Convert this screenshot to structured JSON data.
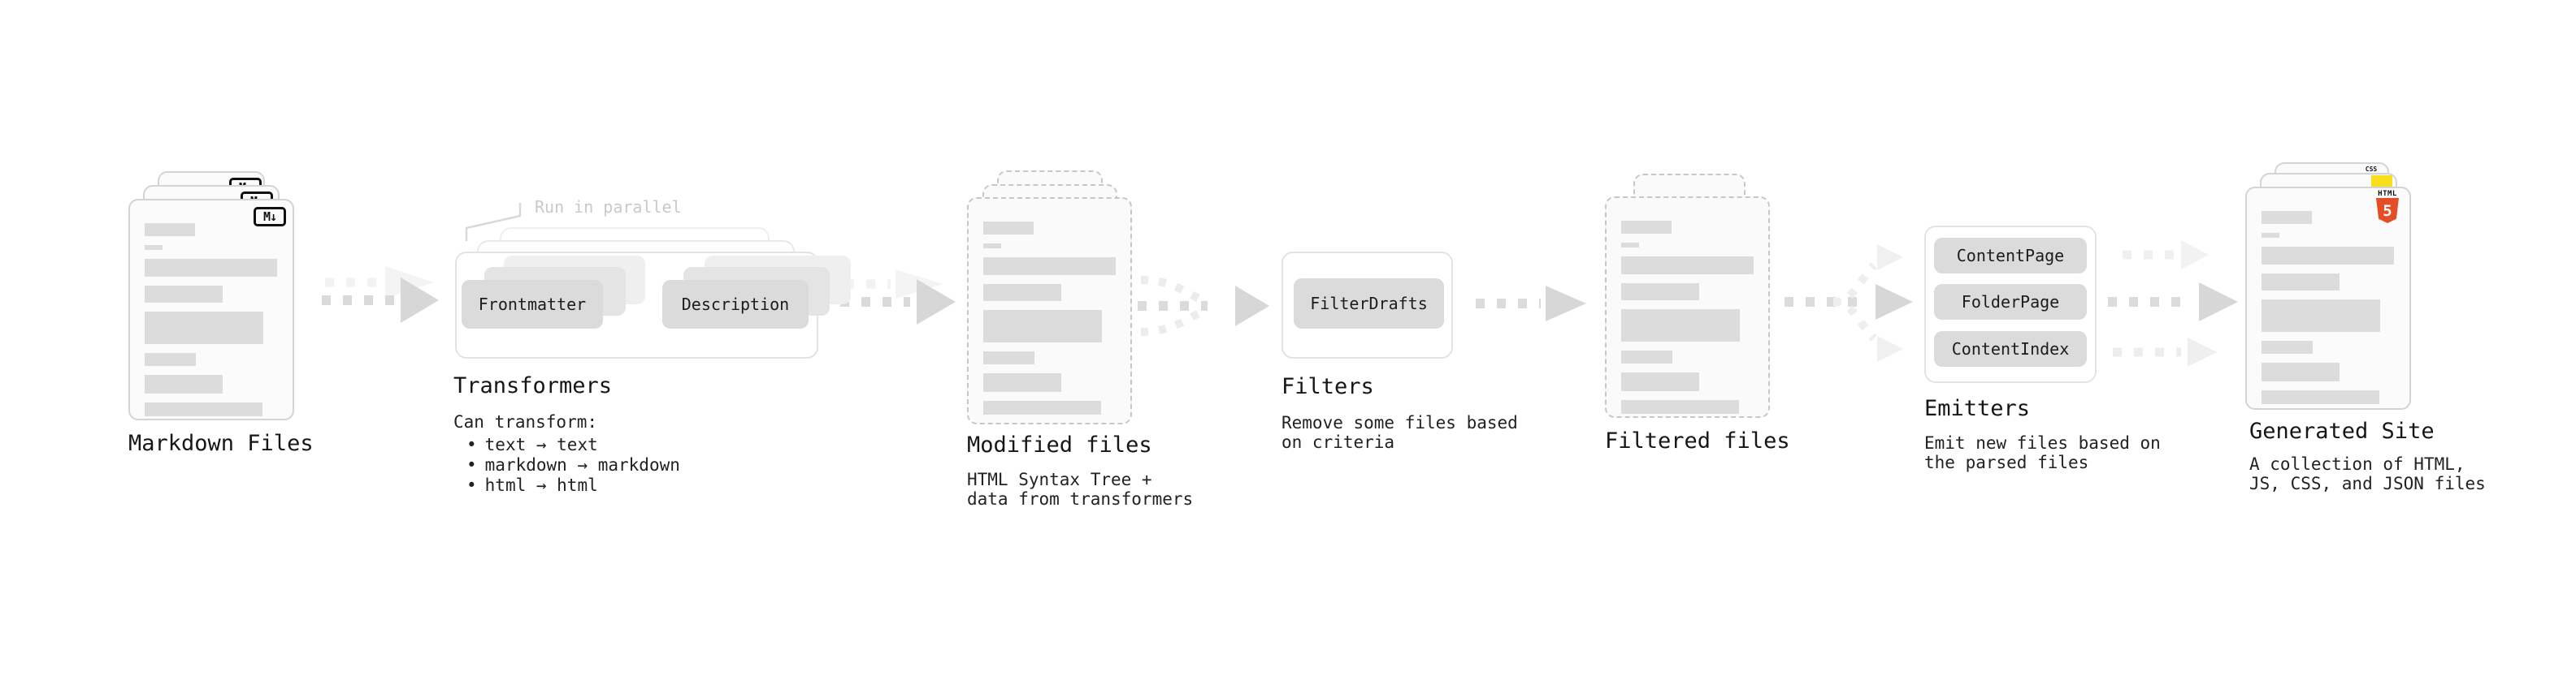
{
  "diagram": {
    "ui": {
      "bullet_char": "•"
    },
    "markdown": {
      "title": "Markdown Files",
      "file_badge": "M↓"
    },
    "transformers": {
      "title": "Transformers",
      "note": "Run in parallel",
      "pill_left": "Frontmatter",
      "pill_right": "Description",
      "subtitle": "Can transform:",
      "bullets": [
        "text → text",
        "markdown → markdown",
        "html → html"
      ]
    },
    "modified": {
      "title": "Modified files",
      "subtitle": "HTML Syntax Tree +\ndata from transformers"
    },
    "filters": {
      "title": "Filters",
      "pill": "FilterDrafts",
      "subtitle": "Remove some files based\non criteria"
    },
    "filtered": {
      "title": "Filtered files"
    },
    "emitters": {
      "title": "Emitters",
      "pills": [
        "ContentPage",
        "FolderPage",
        "ContentIndex"
      ],
      "subtitle": "Emit new files based on\nthe parsed files"
    },
    "generated": {
      "title": "Generated Site",
      "subtitle": "A collection of HTML,\nJS, CSS, and JSON files",
      "badges": {
        "html_word": "HTML",
        "html_number": "5",
        "css_word": "CSS"
      }
    },
    "colors": {
      "html5_orange": "#e44d26",
      "js_yellow": "#f7df1e",
      "css_blue": "#2965f1",
      "bar_gray": "#dcdcdc",
      "pill_gray": "#dbdbdb",
      "arrow_gray": "#d7d7d7",
      "note_gray": "#c9c9c9",
      "text_dark": "#1c1c1c"
    }
  }
}
